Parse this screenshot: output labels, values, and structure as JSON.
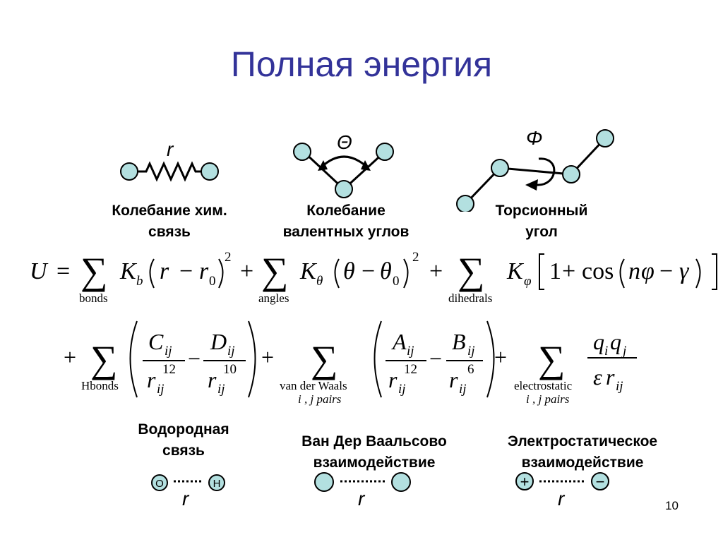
{
  "slide": {
    "title": "Полная энергия",
    "page_number": "10"
  },
  "top_terms": [
    {
      "line1": "Колебание хим.",
      "line2": "связь",
      "symbol": "r"
    },
    {
      "line1": "Колебание",
      "line2": "валентных углов",
      "symbol": "Θ"
    },
    {
      "line1": "Торсионный",
      "line2": "угол",
      "symbol": "Φ"
    }
  ],
  "equation1": {
    "U": "U",
    "eq": "=",
    "sigma": "∑",
    "K": "K",
    "sub_b": "b",
    "sub_theta": "θ",
    "sub_phi": "φ",
    "r": "r",
    "r0": "r",
    "zero": "0",
    "minus": "−",
    "two": "2",
    "theta": "θ",
    "theta0": "θ",
    "plus": "+",
    "one": "1",
    "cos": "cos",
    "n": "n",
    "phi": "φ",
    "gamma": "γ",
    "lim_bonds": "bonds",
    "lim_angles": "angles",
    "lim_dihedrals": "dihedrals"
  },
  "equation2": {
    "plus": "+",
    "sigma": "∑",
    "minus": "−",
    "C": "C",
    "D": "D",
    "A": "A",
    "B": "B",
    "ij": "ij",
    "r": "r",
    "p12": "12",
    "p10": "10",
    "p6": "6",
    "q": "q",
    "i": "i",
    "j": "j",
    "eps": "ε",
    "lim_hbonds": "Hbonds",
    "lim_vdw": "van der Waals",
    "lim_vdw2": "i , j  pairs",
    "lim_elec": "electrostatic",
    "lim_elec2": "i , j  pairs"
  },
  "bottom_terms": [
    {
      "line1": "Водородная",
      "line2": "связь",
      "atom1": "O",
      "atom2": "H",
      "symbol": "r"
    },
    {
      "line1": "Ван Дер Ваальсово",
      "line2": "взаимодействие",
      "symbol": "r"
    },
    {
      "line1": "Электростатическое",
      "line2": "взаимодействие",
      "atom1": "+",
      "atom2": "−",
      "symbol": "r"
    }
  ],
  "colors": {
    "title": "#333399",
    "atom_fill": "#b3e0e0",
    "atom_stroke": "#000000"
  }
}
